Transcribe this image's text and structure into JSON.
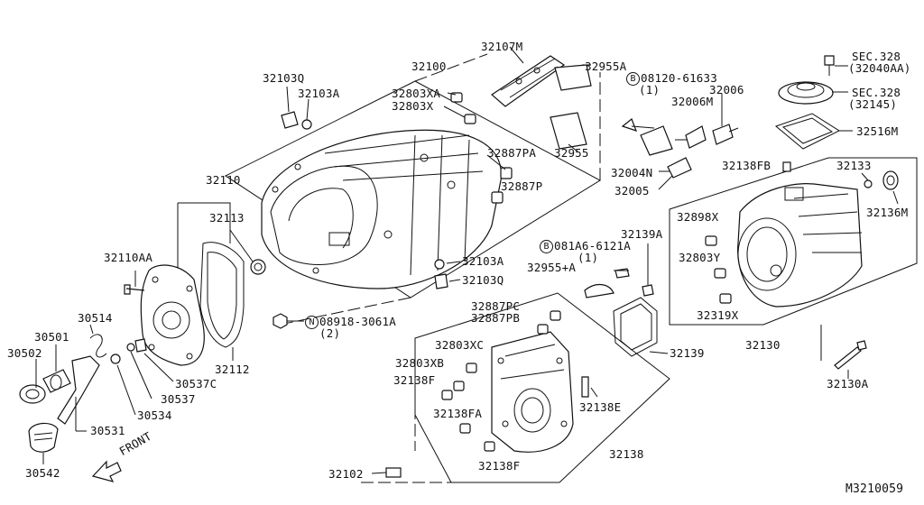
{
  "diagram_id": "M3210059",
  "front_label": "FRONT",
  "labels": {
    "p32107M": "32107M",
    "p32100": "32100",
    "p32955A": "32955A",
    "p32103Q_top": "32103Q",
    "p32103A_top": "32103A",
    "p32803XA": "32803XA",
    "p32803X": "32803X",
    "b_08120": "08120-61633",
    "b_08120_qty": "(1)",
    "sec328_top": "SEC.328",
    "sec328_top_sub": "(32040AA)",
    "sec328_bot": "SEC.328",
    "sec328_bot_sub": "(32145)",
    "p32006M": "32006M",
    "p32006": "32006",
    "p32516M": "32516M",
    "p32887PA": "32887PA",
    "p32955": "32955",
    "p32004N": "32004N",
    "p32887P": "32887P",
    "p32005": "32005",
    "p32138FB": "32138FB",
    "p32133": "32133",
    "p32110": "32110",
    "p32113": "32113",
    "p32136M": "32136M",
    "p32898X": "32898X",
    "p32110AA": "32110AA",
    "p32139A": "32139A",
    "b_081A6": "081A6-6121A",
    "b_081A6_qty": "(1)",
    "p32103A_mid": "32103A",
    "p32955_A": "32955+A",
    "p32103Q_mid": "32103Q",
    "p32803Y": "32803Y",
    "p30514": "30514",
    "p32319X": "32319X",
    "p32887PC": "32887PC",
    "p32887PB": "32887PB",
    "n_08918": "08918-3061A",
    "n_08918_qty": "(2)",
    "p30501": "30501",
    "p32130": "32130",
    "p30502": "30502",
    "p32803XC": "32803XC",
    "p32139": "32139",
    "p32112": "32112",
    "p30537C": "30537C",
    "p32803XB": "32803XB",
    "p30537": "30537",
    "p32138F_a": "32138F",
    "p32130A": "32130A",
    "p32138E": "32138E",
    "p30534": "30534",
    "p32138FA": "32138FA",
    "p30531": "30531",
    "p32138": "32138",
    "p32138F_b": "32138F",
    "p32102": "32102",
    "p30542": "30542"
  },
  "markers": {
    "bolt": "B",
    "nut": "N"
  }
}
